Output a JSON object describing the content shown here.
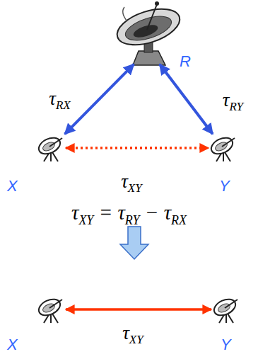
{
  "diagram": {
    "nodes": [
      {
        "text": [
          "R"
        ]
      },
      {
        "text": [
          "X"
        ]
      },
      {
        "text": [
          "Y"
        ]
      },
      {
        "text": [
          "X"
        ]
      },
      {
        "text": [
          "Y"
        ]
      }
    ],
    "edges": [
      {
        "from": 0,
        "to": 1,
        "arrow": "both",
        "label": "τRX"
      },
      {
        "from": 0,
        "to": 2,
        "arrow": "both",
        "label": "τRY"
      },
      {
        "from": 1,
        "to": 2,
        "arrow": "both",
        "label": "τXY"
      },
      {
        "from": 3,
        "to": 4,
        "arrow": "both",
        "label": "τXY"
      }
    ],
    "labels": [
      "τXY = τRY − τRX"
    ]
  }
}
